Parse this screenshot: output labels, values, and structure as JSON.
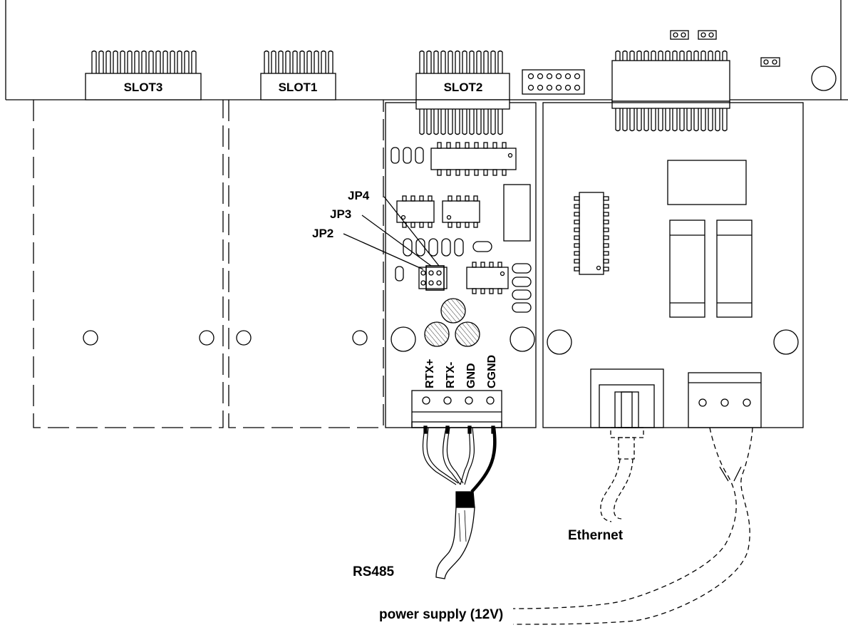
{
  "slots": [
    {
      "label": "SLOT3"
    },
    {
      "label": "SLOT1"
    },
    {
      "label": "SLOT2"
    }
  ],
  "jumpers": [
    {
      "label": "JP4"
    },
    {
      "label": "JP3"
    },
    {
      "label": "JP2"
    }
  ],
  "terminals": [
    {
      "label": "RTX+"
    },
    {
      "label": "RTX-"
    },
    {
      "label": "GND"
    },
    {
      "label": "CGND"
    }
  ],
  "cables": {
    "rs485": "RS485",
    "ethernet": "Ethernet",
    "power": "power supply (12V)"
  },
  "colors": {
    "line": "#000000",
    "background": "#ffffff",
    "fill_dark": "#000000",
    "fill_gray": "#cccccc"
  }
}
